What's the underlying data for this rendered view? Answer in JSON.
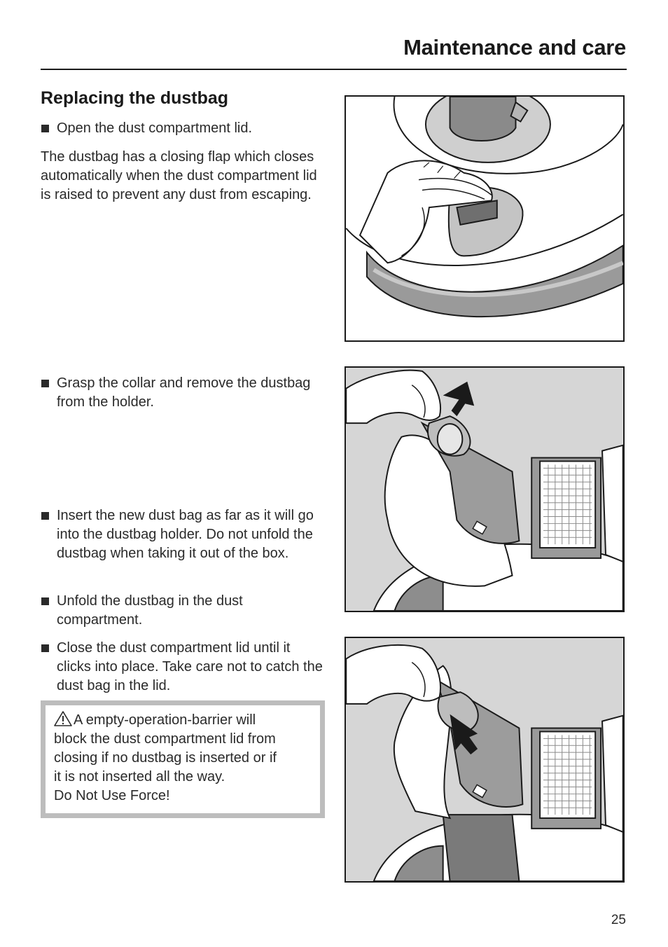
{
  "header": {
    "title": "Maintenance and care"
  },
  "section": {
    "title": "Replacing the dustbag"
  },
  "steps": [
    {
      "text": "Open the dust compartment lid."
    },
    {
      "text": "Grasp the collar and remove the dustbag from the holder."
    },
    {
      "text": "Insert the new dust bag as far as it will go into the dustbag holder. Do not unfold the dustbag when taking it out of the box."
    },
    {
      "text": "Unfold the dustbag in the dust compartment."
    },
    {
      "text": "Close the dust compartment lid until it clicks into place. Take care not to catch the dust bag in the lid."
    }
  ],
  "intro_paragraph": "The dustbag has a closing flap which closes automatically when the dust compartment lid is raised to prevent any dust from escaping.",
  "warning": {
    "icon": "warning-triangle-icon",
    "lines": [
      "A empty-operation-barrier will",
      "block the dust compartment lid from",
      "closing if no dustbag is inserted or if",
      "it is not inserted all the way.",
      "Do Not Use Force!"
    ]
  },
  "figures": [
    {
      "icon": "hand-opening-lid-illustration"
    },
    {
      "icon": "hand-removing-dustbag-illustration"
    },
    {
      "icon": "hand-inserting-dustbag-illustration"
    }
  ],
  "colors": {
    "text": "#2a2a2a",
    "warning_frame": "#bdbdbd",
    "illustration_gray": "#d6d6d6"
  },
  "page": {
    "number": "25"
  }
}
